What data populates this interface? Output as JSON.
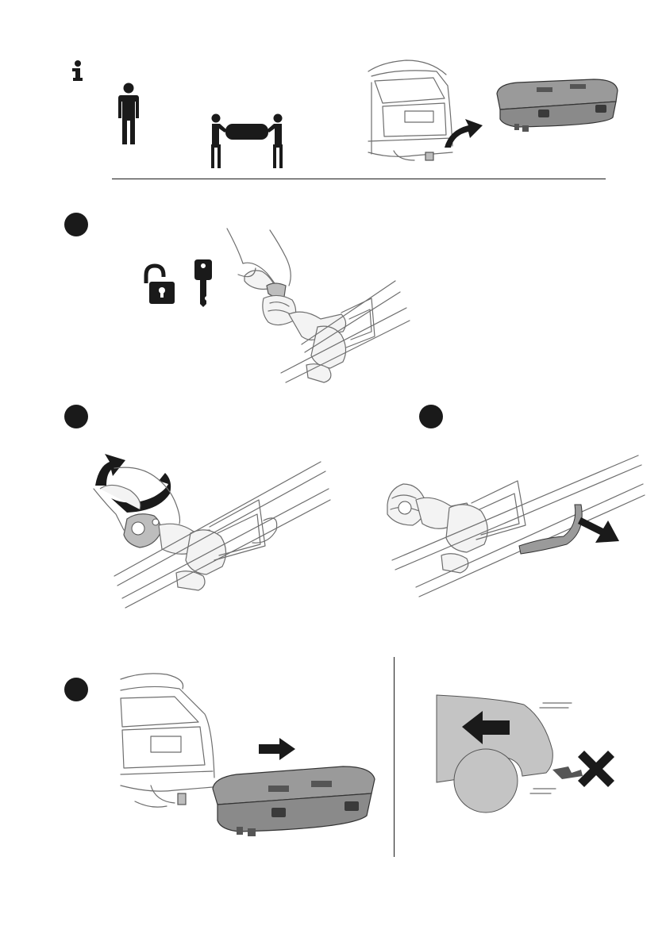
{
  "page": {
    "info_icon": "info-icon",
    "sections": [
      {
        "id": "info",
        "icons": [
          "info-icon",
          "one-person-icon",
          "two-people-carrying-icon",
          "car-rear-icon",
          "cargo-box-icon",
          "curved-arrow-icon"
        ]
      },
      {
        "id": "step-1",
        "icons": [
          "unlock-icon",
          "key-icon",
          "hand-icon",
          "knob-icon",
          "carrier-arm-icon"
        ]
      },
      {
        "id": "step-2",
        "icons": [
          "hand-icon",
          "rotate-arrow-icon",
          "knob-icon",
          "carrier-arm-icon"
        ]
      },
      {
        "id": "step-3",
        "icons": [
          "knob-icon",
          "carrier-arm-icon",
          "handle-icon",
          "pull-arrow-icon"
        ]
      },
      {
        "id": "step-4",
        "icons": [
          "car-rear-icon",
          "cargo-box-icon",
          "right-arrow-icon",
          "car-silhouette-icon",
          "left-arrow-icon",
          "no-cross-icon"
        ]
      }
    ]
  },
  "colors": {
    "ink": "#1a1a1a",
    "line": "#6e6e6e",
    "fill_grey": "#bdbdbd",
    "silhouette": "#c4c4c4"
  }
}
